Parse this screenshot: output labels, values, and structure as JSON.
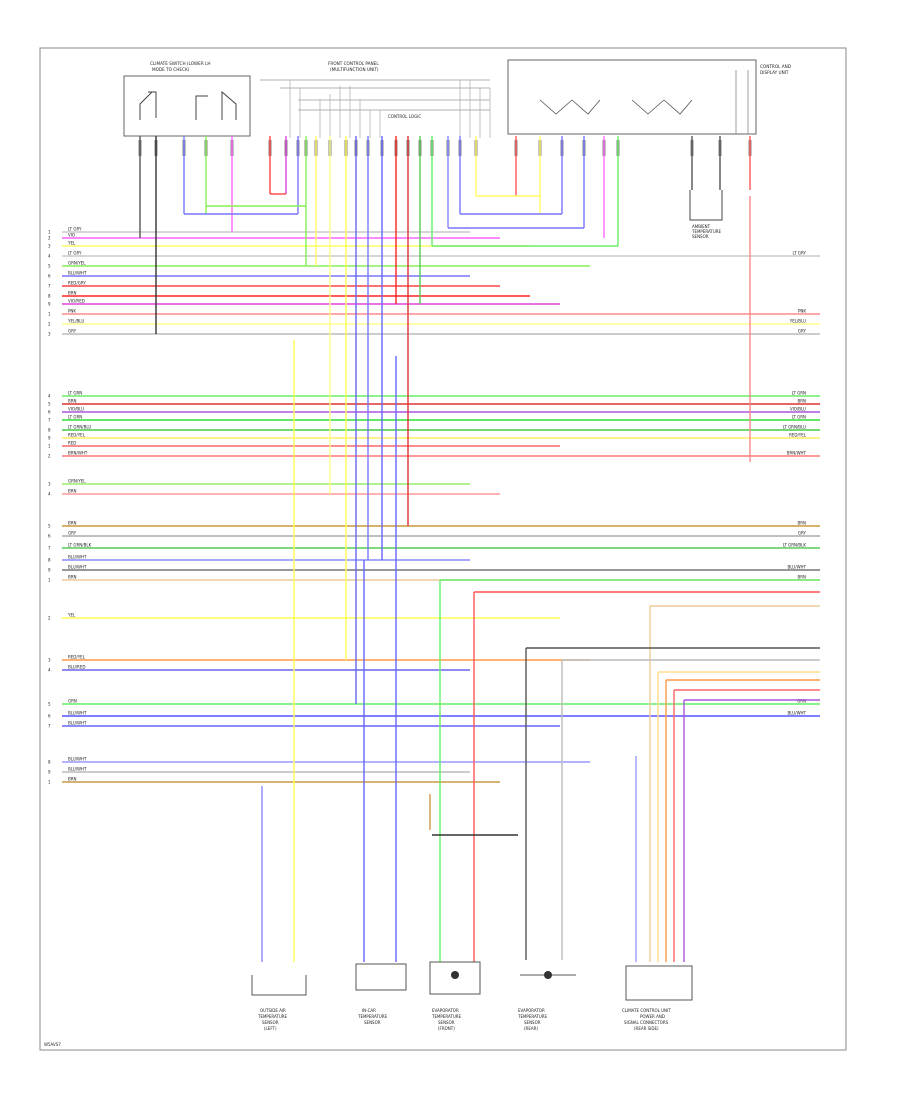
{
  "footer_code": "W5AVS7",
  "components": {
    "left_switch": [
      "CLIMATE SWITCH (LOWER LH",
      "MODE TO CHECK)"
    ],
    "center_panel": [
      "FRONT CONTROL PANEL",
      "(MULTIFUNCTION UNIT)"
    ],
    "inner_label": "CONTROL LOGIC",
    "right_module": [
      "CONTROL AND",
      "DISPLAY UNIT"
    ],
    "ambient_sensor": [
      "AMBIENT",
      "TEMPERATURE",
      "SENSOR"
    ],
    "bottom": [
      [
        "OUTSIDE AIR",
        "TEMPERATURE",
        "SENSOR",
        "(LEFT)"
      ],
      [
        "IN-CAR",
        "TEMPERATURE",
        "SENSOR"
      ],
      [
        "EVAPORATOR",
        "TEMPERATURE",
        "SENSOR",
        "(FRONT)"
      ],
      [
        "EVAPORATOR",
        "TEMPERATURE",
        "SENSOR",
        "(REAR)"
      ],
      [
        "CLIMATE CONTROL UNIT",
        "POWER AND",
        "SIGNAL CONNECTORS",
        "(REAR SIDE)"
      ]
    ]
  },
  "wires": [
    {
      "label": "LT GRY",
      "color": "#c8c8c8",
      "side": "left"
    },
    {
      "label": "VIO",
      "color": "#ff66ff",
      "side": "left"
    },
    {
      "label": "YEL",
      "color": "#ffff66",
      "side": "left"
    },
    {
      "label": "LT GRY",
      "color": "#c8c8c8",
      "side": "both"
    },
    {
      "label": "GRN/YEL",
      "color": "#88ee55",
      "side": "left"
    },
    {
      "label": "BLU/WHT",
      "color": "#7777ff",
      "side": "left"
    },
    {
      "label": "RED/GRY",
      "color": "#ff4444",
      "side": "left"
    },
    {
      "label": "BRN",
      "color": "#ff2222",
      "side": "left"
    },
    {
      "label": "VIO/RED",
      "color": "#dd44dd",
      "side": "left"
    },
    {
      "label": "PNK",
      "color": "#ff8888",
      "side": "both"
    },
    {
      "label": "YEL/BLU",
      "color": "#ffff88",
      "side": "both"
    },
    {
      "label": "GRY",
      "color": "#bbbbbb",
      "side": "both"
    },
    {
      "label": "LT GRN",
      "color": "#66ee66",
      "side": "both"
    },
    {
      "label": "BRN",
      "color": "#dd3333",
      "side": "both"
    },
    {
      "label": "VIO/BLU",
      "color": "#aa55dd",
      "side": "both"
    },
    {
      "label": "LT GRN",
      "color": "#33dd33",
      "side": "both"
    },
    {
      "label": "LT GRN/BLU",
      "color": "#44cc44",
      "side": "both"
    },
    {
      "label": "RED/YEL",
      "color": "#ffee66",
      "side": "both"
    },
    {
      "label": "RED",
      "color": "#ff6666",
      "side": "left"
    },
    {
      "label": "BRN/WHT",
      "color": "#ff7777",
      "side": "both"
    },
    {
      "label": "GRN/YEL",
      "color": "#99ee66",
      "side": "left"
    },
    {
      "label": "BRN",
      "color": "#ff9999",
      "side": "left"
    },
    {
      "label": "BRN",
      "color": "#cc9933",
      "side": "both"
    },
    {
      "label": "GRY",
      "color": "#aaaaaa",
      "side": "both"
    },
    {
      "label": "LT GRN/BLK",
      "color": "#55cc55",
      "side": "both"
    },
    {
      "label": "BLU/WHT",
      "color": "#8888ff",
      "side": "left"
    },
    {
      "label": "BLU/WHT",
      "color": "#777777",
      "side": "both"
    },
    {
      "label": "BRN",
      "color": "#eecc99",
      "side": "both"
    },
    {
      "label": "YEL",
      "color": "#ffff55",
      "side": "left"
    },
    {
      "label": "RED/YEL",
      "color": "#ff9944",
      "side": "left"
    },
    {
      "label": "BLU/RED",
      "color": "#6666ee",
      "side": "left"
    },
    {
      "label": "GRN",
      "color": "#66ee66",
      "side": "both"
    },
    {
      "label": "BLU/WHT",
      "color": "#5555ff",
      "side": "both"
    },
    {
      "label": "BLU/WHT",
      "color": "#6666ff",
      "side": "left"
    },
    {
      "label": "BLU/WHT",
      "color": "#9999ff",
      "side": "left"
    },
    {
      "label": "BLU/WHT",
      "color": "#bbbbbb",
      "side": "left"
    },
    {
      "label": "BRN",
      "color": "#cc9944",
      "side": "left"
    }
  ]
}
